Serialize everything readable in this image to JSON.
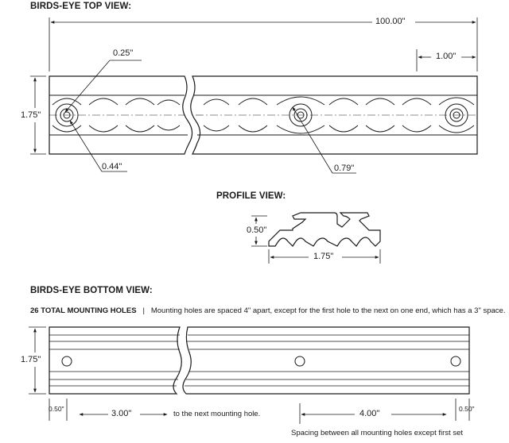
{
  "top_view": {
    "title": "BIRDS-EYE TOP VIEW:",
    "overall_length": "100.00\"",
    "end_spacing": "1.00\"",
    "width": "1.75\"",
    "bolt_dia": "0.25\"",
    "pocket_dia": "0.44\"",
    "opening_dia": "0.79\""
  },
  "profile_view": {
    "title": "PROFILE VIEW:",
    "height": "0.50\"",
    "width": "1.75\""
  },
  "bottom_view": {
    "title": "BIRDS-EYE BOTTOM VIEW:",
    "holes_label": "26 TOTAL MOUNTING HOLES",
    "separator": "|",
    "holes_note": "Mounting holes are spaced 4\" apart, except for the first hole to the next on one end, which has a 3\" space.",
    "width": "1.75\"",
    "edge_left": "0.50\"",
    "first_gap": "3.00\"",
    "first_gap_note": "to the next mounting hole.",
    "spacing": "4.00\"",
    "edge_right": "0.50\"",
    "spacing_note": "Spacing between all mounting holes except first set"
  }
}
